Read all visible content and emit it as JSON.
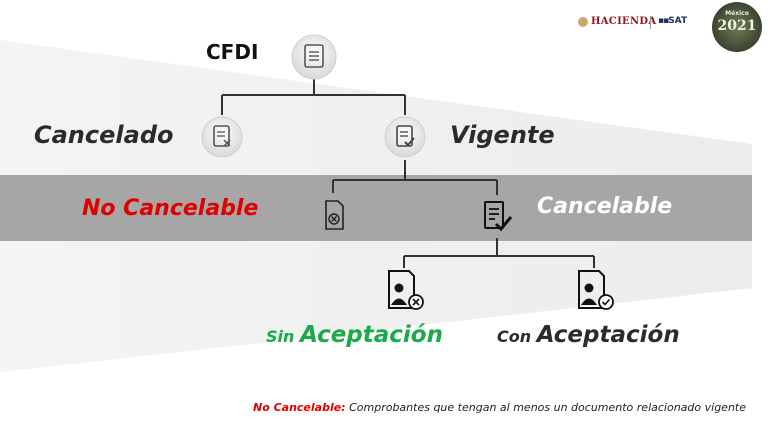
{
  "logos": {
    "hacienda": "HACIENDA",
    "sat": "SAT",
    "badge_year": "2021",
    "badge_text": "México"
  },
  "nodes": {
    "cfdi": "CFDI",
    "cancelado": "Cancelado",
    "vigente": "Vigente",
    "no_cancelable": "No Cancelable",
    "cancelable": "Cancelable",
    "sin_prefix": "Sin",
    "sin_main": "Aceptación",
    "con_prefix": "Con",
    "con_main": "Aceptación"
  },
  "footnote": {
    "term": "No Cancelable:",
    "definition": " Comprobantes que tengan al menos un documento relacionado vigente"
  },
  "colors": {
    "red": "#e00000",
    "green": "#1aaa4a",
    "dark": "#2b2b2b",
    "white": "#ffffff",
    "band": "#a6a6a6"
  }
}
